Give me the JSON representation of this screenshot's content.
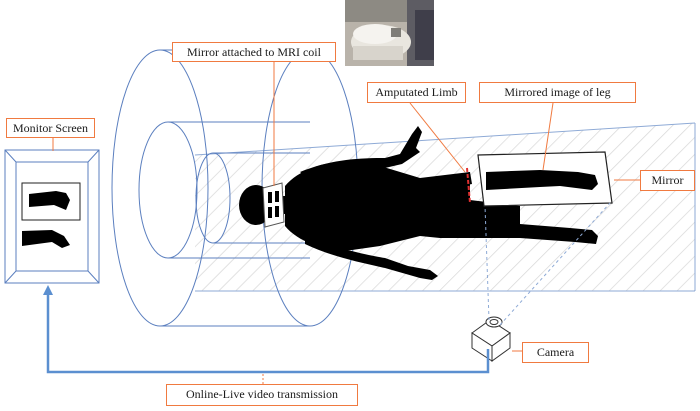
{
  "labels": {
    "mirror_coil": "Mirror attached to MRI coil",
    "amputated_limb": "Amputated Limb",
    "mirrored_image": "Mirrored image of leg",
    "monitor_screen": "Monitor Screen",
    "mirror": "Mirror",
    "camera": "Camera",
    "transmission": "Online-Live video transmission"
  },
  "colors": {
    "callout_border": "#f07a40",
    "outline": "#5b7fbf",
    "transmission_line": "#5b8fd0",
    "silhouette": "#000000",
    "amputation_marker": "#e03030"
  },
  "icons": {
    "camera": "camera-icon",
    "monitor": "monitor-icon"
  }
}
